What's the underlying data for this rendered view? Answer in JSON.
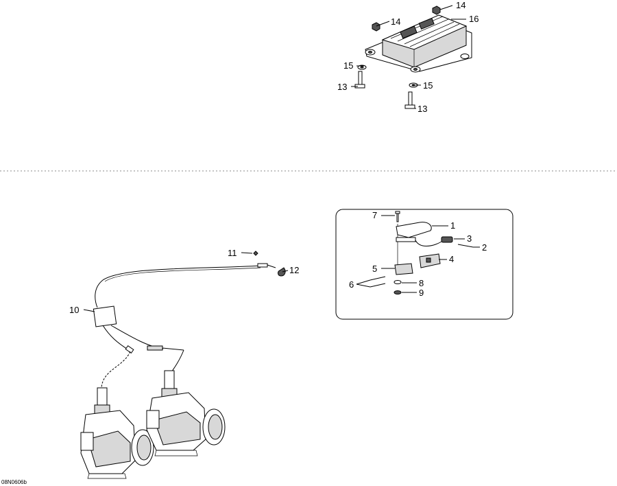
{
  "drawing_ref": "08N0606b",
  "callouts": {
    "c1": "1",
    "c2": "2",
    "c3": "3",
    "c4": "4",
    "c5": "5",
    "c6": "6",
    "c7": "7",
    "c8": "8",
    "c9": "9",
    "c10": "10",
    "c11": "11",
    "c12": "12",
    "c13a": "13",
    "c13b": "13",
    "c14a": "14",
    "c14b": "14",
    "c15a": "15",
    "c15b": "15",
    "c16": "16"
  }
}
